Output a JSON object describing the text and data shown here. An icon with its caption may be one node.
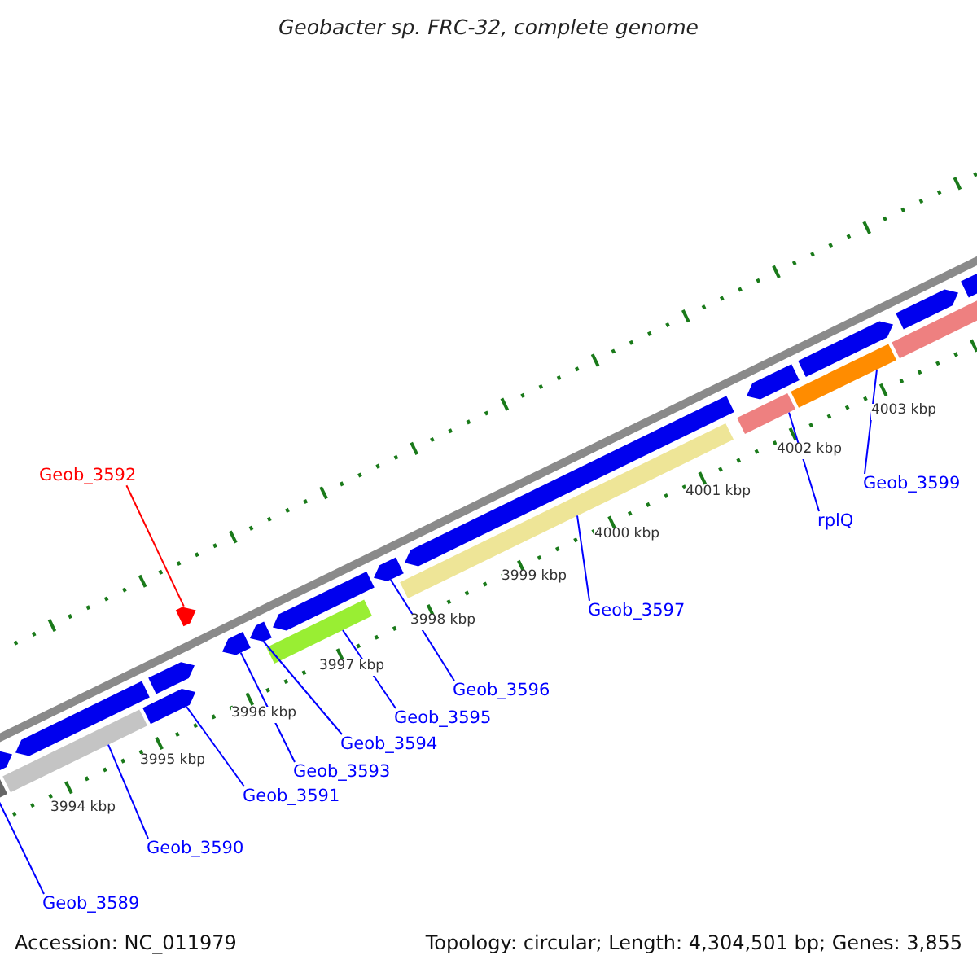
{
  "diagram": {
    "title": "Geobacter sp. FRC-32, complete genome",
    "nodes": [
      {
        "text": [
          "Geob_3592"
        ]
      },
      {
        "text": [],
        "shape": "bar"
      },
      {
        "text": [
          "Geob_3589"
        ]
      },
      {
        "text": [],
        "shape": "bar"
      },
      {
        "text": [
          "Geob_3590"
        ]
      },
      {
        "text": [],
        "shape": "bar"
      },
      {
        "text": [
          "Geob_3591"
        ]
      },
      {
        "text": [],
        "shape": "bar"
      },
      {
        "text": [
          "Geob_3593"
        ]
      },
      {
        "text": [],
        "shape": "bar"
      },
      {
        "text": [
          "Geob_3594"
        ]
      },
      {
        "text": [],
        "shape": "bar"
      },
      {
        "text": [
          "Geob_3595"
        ]
      },
      {
        "text": [],
        "shape": "bar"
      },
      {
        "text": [
          "Geob_3596"
        ]
      },
      {
        "text": [],
        "shape": "bar"
      },
      {
        "text": [
          "Geob_3597"
        ]
      },
      {
        "text": [],
        "shape": "bar"
      },
      {
        "text": [
          "rplQ"
        ]
      },
      {
        "text": [],
        "shape": "bar"
      },
      {
        "text": [
          "Geob_3599"
        ]
      },
      {
        "text": [],
        "shape": "bar"
      },
      {
        "text": [],
        "shape": "bar"
      },
      {
        "text": [],
        "shape": "bar"
      },
      {
        "text": [],
        "shape": "bar"
      },
      {
        "text": [],
        "shape": "bar"
      },
      {
        "text": [],
        "shape": "bar"
      },
      {
        "text": [],
        "shape": "bar"
      },
      {
        "text": [],
        "shape": "bar"
      },
      {
        "text": [],
        "shape": "bar"
      },
      {
        "text": [],
        "shape": "bar"
      },
      {
        "text": [],
        "shape": "bar"
      }
    ],
    "edges": [
      {
        "from": 0,
        "to": 1,
        "arrow": "none",
        "color": "#ff0000"
      },
      {
        "from": 2,
        "to": 3,
        "arrow": "none"
      },
      {
        "from": 4,
        "to": 5,
        "arrow": "none"
      },
      {
        "from": 6,
        "to": 7,
        "arrow": "none"
      },
      {
        "from": 8,
        "to": 9,
        "arrow": "none"
      },
      {
        "from": 10,
        "to": 11,
        "arrow": "none"
      },
      {
        "from": 12,
        "to": 13,
        "arrow": "none"
      },
      {
        "from": 14,
        "to": 15,
        "arrow": "none"
      },
      {
        "from": 16,
        "to": 17,
        "arrow": "none"
      },
      {
        "from": 18,
        "to": 19,
        "arrow": "none"
      },
      {
        "from": 20,
        "to": 21,
        "arrow": "none"
      }
    ],
    "labels": [
      "3994 kbp",
      "3995 kbp",
      "3996 kbp",
      "3997 kbp",
      "3998 kbp",
      "3999 kbp",
      "4000 kbp",
      "4001 kbp",
      "4002 kbp",
      "4003 kbp",
      "Accession: NC_011979",
      "Topology: circular; Length: 4,304,501 bp; Genes: 3,855"
    ]
  }
}
